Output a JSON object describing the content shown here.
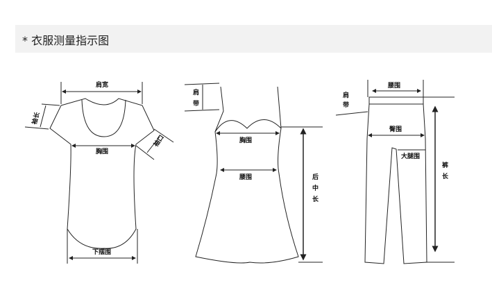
{
  "header": {
    "title": "* 衣服测量指示图"
  },
  "tshirt": {
    "shoulder": "肩宽",
    "sleeve_length": "袖长",
    "chest": "胸围",
    "cuff": "袖口",
    "hem": "下摆围"
  },
  "dress": {
    "strap": [
      "肩",
      "带"
    ],
    "chest": "胸围",
    "waist": "腰围",
    "back_length": [
      "后",
      "中",
      "长"
    ]
  },
  "pants": {
    "waist": "腰围",
    "rise": [
      "肩",
      "带"
    ],
    "hip": "臀围",
    "thigh": "大腿围",
    "length": [
      "裤",
      "长"
    ]
  }
}
